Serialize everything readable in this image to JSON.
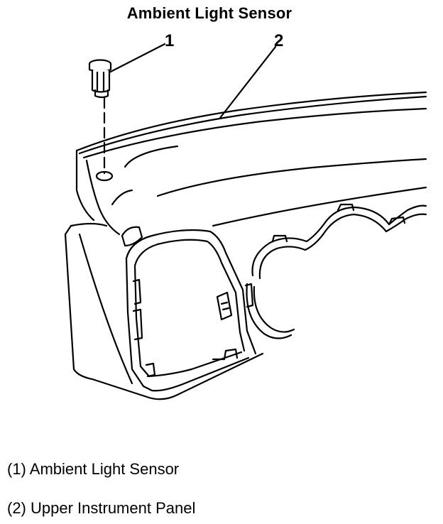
{
  "diagram": {
    "title": "Ambient Light Sensor",
    "callouts": [
      {
        "number": "1",
        "target": "ambient-light-sensor"
      },
      {
        "number": "2",
        "target": "upper-instrument-panel"
      }
    ],
    "legend": [
      {
        "text": "(1) Ambient Light Sensor"
      },
      {
        "text": "(2) Upper Instrument Panel"
      }
    ],
    "colors": {
      "line": "#000000",
      "background": "#ffffff"
    }
  }
}
